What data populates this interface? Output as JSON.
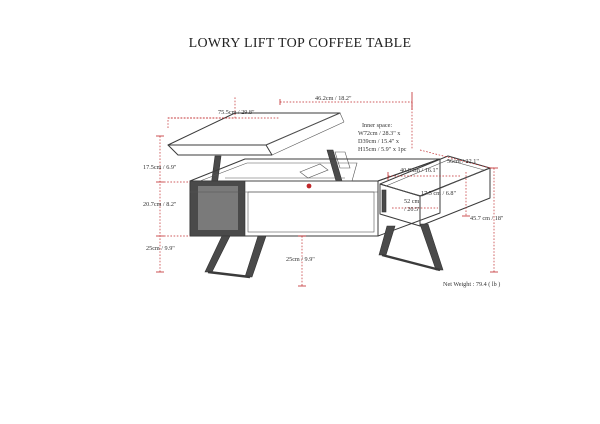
{
  "title": "LOWRY LIFT TOP COFFEE TABLE",
  "dimensions": {
    "top_width": "75.5cm / 29.8\"",
    "top_depth": "46.2cm / 18.2\"",
    "lift_height": "17.5cm / 6.9\"",
    "body_height": "20.7cm / 8.2\"",
    "leg_height": "25cm / 9.9\"",
    "clearance": "25cm / 9.9\"",
    "drawer_depth": "56cm / 22.1\"",
    "drawer_width": "40.8 cm / 16.1\"",
    "drawer_height": "17.5 cm / 6.8\"",
    "drawer_inner_line1": "52 cm",
    "drawer_inner_line2": "/ 20.5\"",
    "total_height": "45.7 cm / 18\""
  },
  "inner_space": {
    "heading": "Inner space:",
    "w": "W72cm / 28.3\" x",
    "d": "D39cm / 15.4\" x",
    "h": "H15cm / 5.9\" x 1pc"
  },
  "net_weight": "Net Weight : 79.4 ( lb )",
  "colors": {
    "dimension": "#c0282b",
    "outline": "#3b3b3b",
    "accent_dark": "#4a4a4a"
  }
}
